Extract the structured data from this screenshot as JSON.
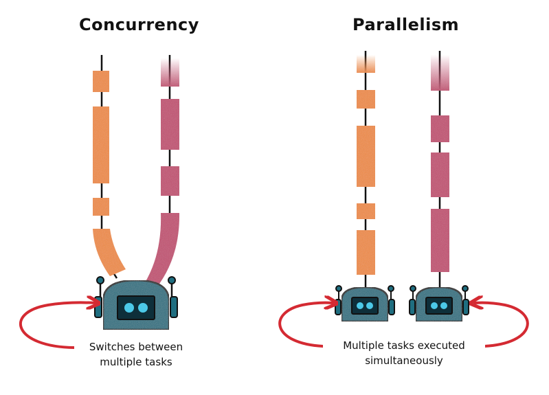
{
  "concurrency": {
    "title": "Concurrency",
    "caption_line1": "Switches between",
    "caption_line2": "multiple tasks"
  },
  "parallelism": {
    "title": "Parallelism",
    "caption_line1": "Multiple tasks executed",
    "caption_line2": "simultaneously"
  },
  "colors": {
    "task_a": "#f08a3c",
    "task_b": "#c24a6e",
    "robot_body": "#1f6e80",
    "robot_screen": "#0e2f3a",
    "robot_eyes": "#4cc9e8",
    "arrow": "#d42a32",
    "thread": "#111111"
  },
  "icons": {
    "robot": "robot-icon",
    "arrow": "curved-arrow-icon"
  }
}
